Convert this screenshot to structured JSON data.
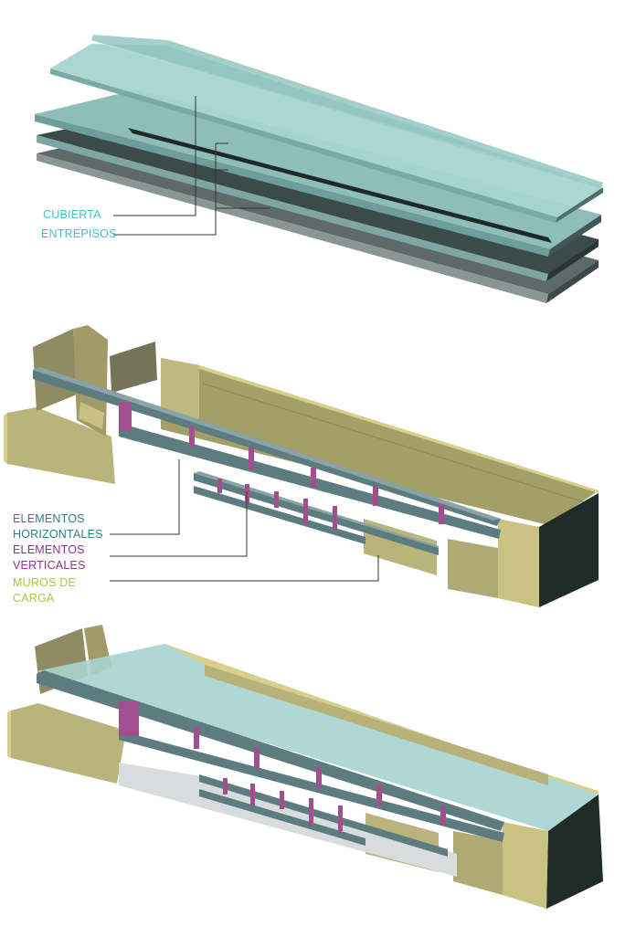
{
  "colors": {
    "glass_top": "#9ed0cc",
    "glass_edge": "#6a9e9b",
    "glass_dark": "#2c4a49",
    "beam": "#5c7c80",
    "beam_light": "#8aa3a6",
    "column": "#a0508e",
    "wall": "#a9a56a",
    "wall_light": "#c8c38a",
    "wall_edge": "#d8d08a",
    "end_dark": "#1c2a26",
    "leader": "#333333",
    "label_cyan": "#3fbfc8",
    "label_teal": "#2f7f86",
    "label_purple": "#8a3391",
    "label_olive": "#b8c23a"
  },
  "labels": {
    "cubierta": "CUBIERTA",
    "entrepisos": "ENTREPISOS",
    "horizontales": [
      "ELEMENTOS",
      "HORIZONTALES"
    ],
    "verticales": [
      "ELEMENTOS",
      "VERTICALES"
    ],
    "muros": [
      "MUROS DE",
      "CARGA"
    ]
  }
}
